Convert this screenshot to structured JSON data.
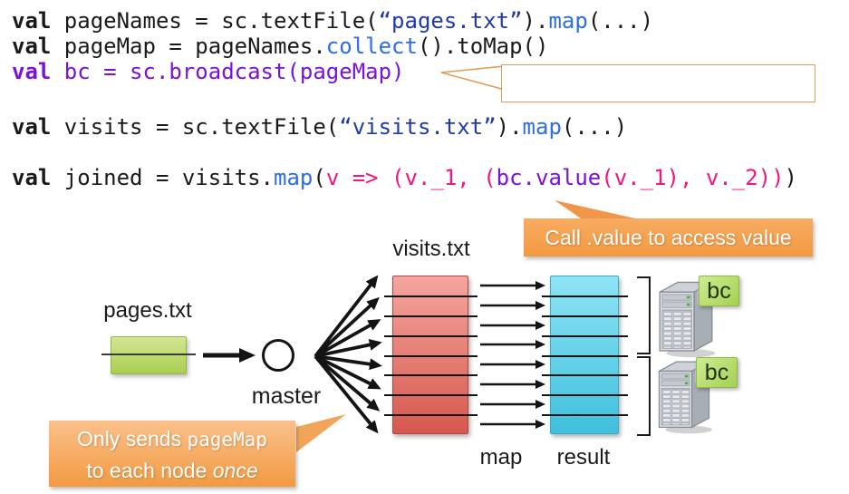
{
  "code": {
    "lines": [
      {
        "name": "code-line-pagenames",
        "segments": [
          {
            "text": "val",
            "style": "kw"
          },
          {
            "text": " pageNames = sc.textFile(",
            "style": "pl"
          },
          {
            "text": "“pages.txt”",
            "style": "str"
          },
          {
            "text": ").",
            "style": "pl"
          },
          {
            "text": "map",
            "style": "fn"
          },
          {
            "text": "(...)",
            "style": "pl"
          }
        ]
      },
      {
        "name": "code-line-pagemap",
        "segments": [
          {
            "text": "val",
            "style": "kw"
          },
          {
            "text": " pageMap = pageNames.",
            "style": "pl"
          },
          {
            "text": "collect",
            "style": "fn"
          },
          {
            "text": "().toMap()",
            "style": "pl"
          }
        ]
      },
      {
        "name": "code-line-broadcast",
        "segments": [
          {
            "text": "val",
            "style": "kw pu"
          },
          {
            "text": " bc = sc.broadcast(pageMap)",
            "style": "pu"
          }
        ]
      },
      {
        "name": "code-line-visits",
        "segments": [
          {
            "text": "val",
            "style": "kw"
          },
          {
            "text": " visits = sc.textFile(",
            "style": "pl"
          },
          {
            "text": "“visits.txt”",
            "style": "str"
          },
          {
            "text": ").",
            "style": "pl"
          },
          {
            "text": "map",
            "style": "fn"
          },
          {
            "text": "(...)",
            "style": "pl"
          }
        ]
      },
      {
        "name": "code-line-joined",
        "segments": [
          {
            "text": "val",
            "style": "kw"
          },
          {
            "text": " joined = visits.",
            "style": "pl"
          },
          {
            "text": "map",
            "style": "fn"
          },
          {
            "text": "(",
            "style": "pl"
          },
          {
            "text": "v => (v._1, (",
            "style": "pk"
          },
          {
            "text": "bc.value",
            "style": "pu"
          },
          {
            "text": "(v._1), v._2))",
            "style": "pk"
          },
          {
            "text": ")",
            "style": "pl"
          }
        ]
      }
    ]
  },
  "callouts": {
    "value_note": "Call .value to access value",
    "once_line1_text": "Only sends ",
    "once_line1_code": "pageMap",
    "once_line2_text": "to each node ",
    "once_line2_italic": "once"
  },
  "diagram": {
    "labels": {
      "pages_file": "pages.txt",
      "visits_file": "visits.txt",
      "master": "master",
      "map_stage": "map",
      "result_stage": "result"
    },
    "node_badge": "bc",
    "stack_rows": 8
  },
  "colors": {
    "code_text": "#1a1a1a",
    "code_method_blue": "#2f6de3",
    "code_string_navy": "#203aa8",
    "code_purple": "#7b12dc",
    "code_pink": "#f41680",
    "accent_orange": "#f29a42",
    "callout_orange_light": "#fbc18b",
    "callout_border": "#e29a57",
    "callout_text": "#ffffff",
    "stack_red_top": "#f4a69f",
    "stack_red_bottom": "#d6584e",
    "stack_red_border": "#b5443e",
    "stack_cyan_top": "#8fe4f4",
    "stack_cyan_bottom": "#3fc0dd",
    "stack_cyan_border": "#35a9c6",
    "file_green_top": "#d4e694",
    "file_green_bottom": "#aace50",
    "file_green_border": "#93b648",
    "badge_green_top": "#cfeb94",
    "badge_green_bottom": "#a3d251",
    "arrow_black": "#141414",
    "label_text": "#1a1a1a"
  }
}
